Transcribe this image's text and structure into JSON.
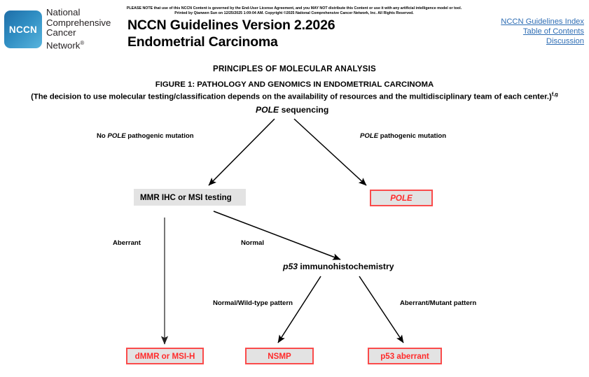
{
  "header": {
    "logo_text": "NCCN",
    "org_name_lines": [
      "National",
      "Comprehensive",
      "Cancer",
      "Network"
    ],
    "org_name_mark": "®",
    "disclaimer_line1": "PLEASE NOTE that use of this NCCN Content is governed by the End-User License Agreement, and you MAY NOT distribute this Content or use it with any artificial intelligence model or tool.",
    "disclaimer_line2": "Printed by Qianwen Sun on 12/25/2025 1:09:04 AM. Copyright ©2025 National Comprehensive Cancer Network, Inc. All Rights Reserved.",
    "title_line1": "NCCN Guidelines Version 2.2026",
    "title_line2": "Endometrial Carcinoma",
    "links": [
      {
        "label": "NCCN Guidelines Index",
        "name": "nccn-guidelines-index-link"
      },
      {
        "label": "Table of Contents",
        "name": "table-of-contents-link"
      },
      {
        "label": "Discussion",
        "name": "discussion-link"
      }
    ],
    "link_color": "#2e6db4"
  },
  "page": {
    "section_title": "PRINCIPLES OF MOLECULAR ANALYSIS",
    "figure_title": "FIGURE 1: PATHOLOGY AND GENOMICS IN ENDOMETRIAL CARCINOMA",
    "figure_subtitle": "(The decision to use molecular testing/classification depends on the availability of resources and the multidisciplinary team of each center.)",
    "figure_subtitle_superscript": "f,g"
  },
  "flowchart": {
    "nodes": {
      "pole_sequencing": {
        "italic_part": "POLE",
        "plain_part": " sequencing"
      },
      "p53_ihc": {
        "italic_part": "p53",
        "plain_part": " immunohistochemistry"
      },
      "mmr_box": "MMR IHC or MSI testing",
      "pole_box": "POLE",
      "dmmr_box": "dMMR or MSI-H",
      "nsmp_box": "NSMP",
      "p53_aberrant_box": "p53 aberrant"
    },
    "edge_labels": {
      "no_pole_prefix": "No ",
      "no_pole_italic": "POLE",
      "no_pole_suffix": " pathogenic mutation",
      "pole_italic": "POLE",
      "pole_suffix": " pathogenic mutation",
      "aberrant": "Aberrant",
      "normal": "Normal",
      "normal_wildtype": "Normal/Wild-type pattern",
      "aberrant_mutant": "Aberrant/Mutant pattern"
    },
    "colors": {
      "box_fill": "#e3e3e3",
      "red_border": "#fa4b4b",
      "red_text": "#ff2b2b",
      "arrow": "#000000"
    }
  }
}
